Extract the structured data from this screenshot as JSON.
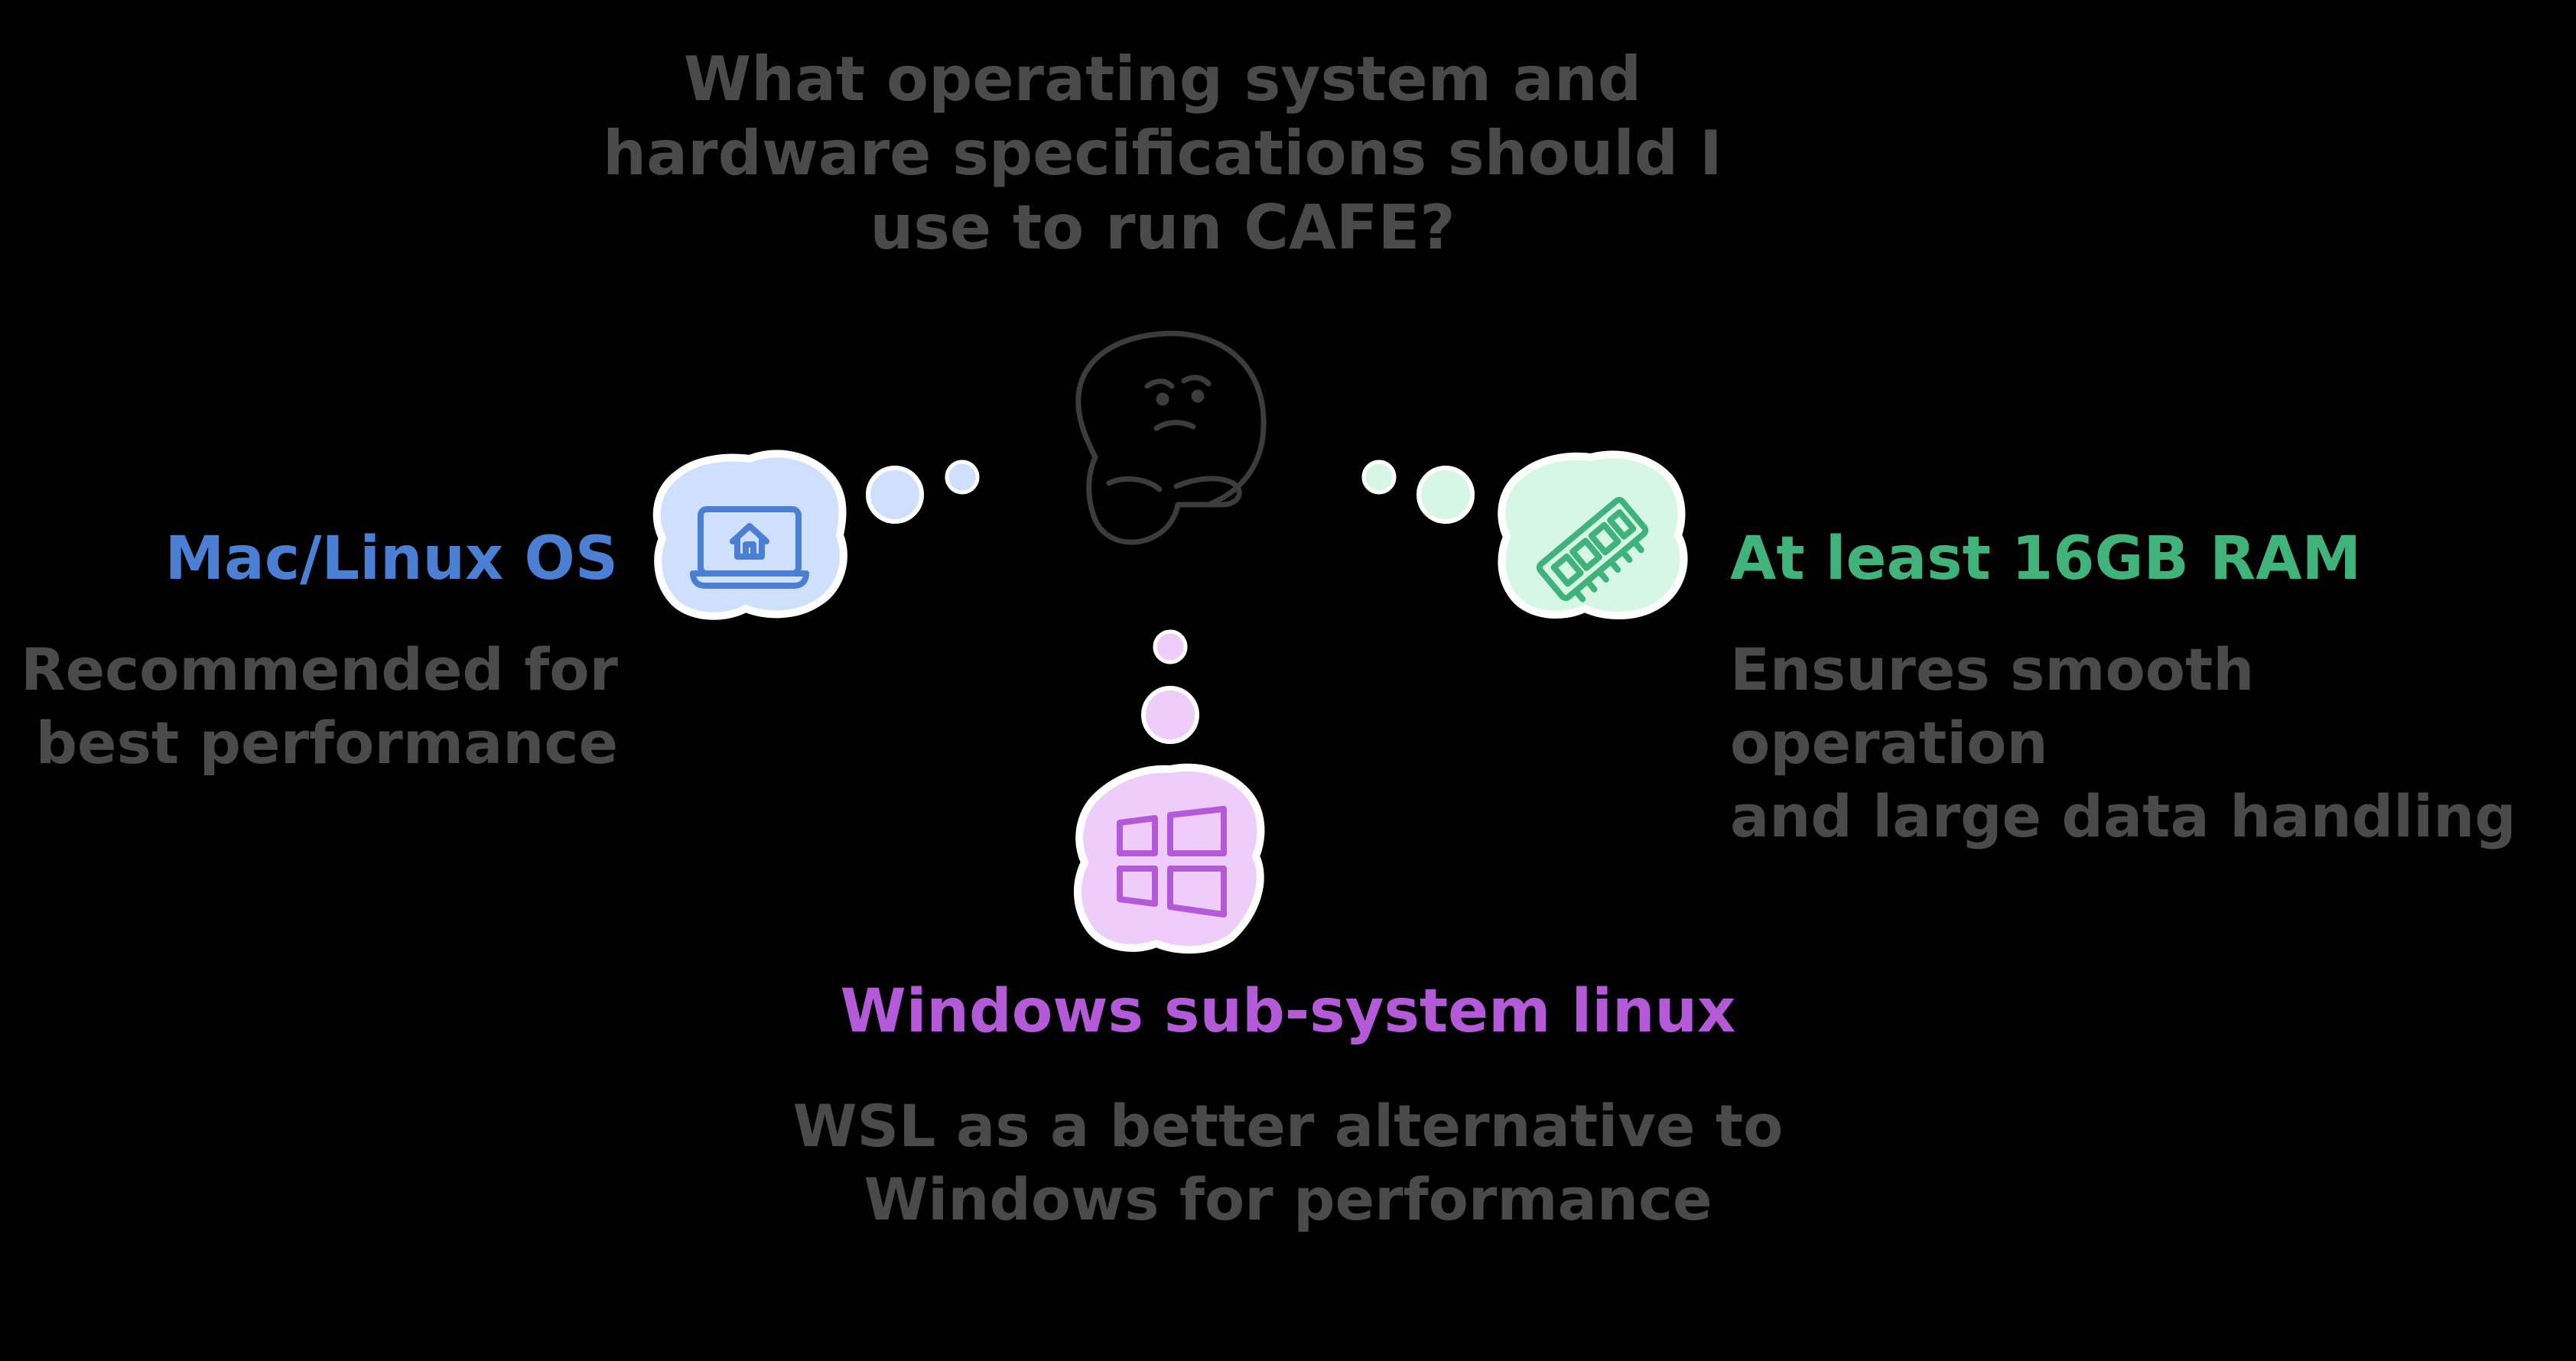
{
  "question": "What operating system and\nhardware specifications should I\nuse to run CAFE?",
  "colors": {
    "text": "#4a4a4a",
    "mac_accent": "#4a7fd4",
    "mac_fill": "#cfe0ff",
    "ram_accent": "#3fb37a",
    "ram_fill": "#d6f7e6",
    "win_accent": "#b45ad8",
    "win_fill": "#efcdfb",
    "thinker_stroke": "#3c3c3c"
  },
  "center_icon": "thinking-face-icon",
  "options": {
    "mac": {
      "title": "Mac/Linux OS",
      "description": "Recommended for\nbest performance",
      "icon": "laptop-home-icon"
    },
    "ram": {
      "title": "At least 16GB RAM",
      "description": "Ensures smooth operation\nand large data handling",
      "icon": "ram-memory-icon"
    },
    "windows": {
      "title": "Windows sub-system linux",
      "description": "WSL as a better alternative to\nWindows for performance",
      "icon": "windows-logo-icon"
    }
  }
}
